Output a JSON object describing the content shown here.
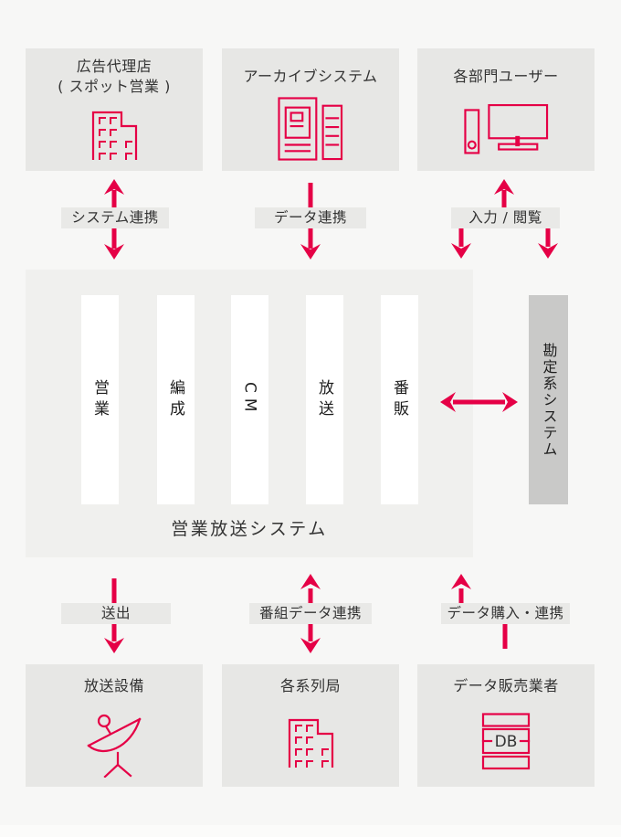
{
  "colors": {
    "background": "#f7f7f6",
    "node-fill": "#e7e7e5",
    "strip-fill": "#e9e9e7",
    "main-fill": "#f0f0ee",
    "accounting-fill": "#c9c9c8",
    "accent": "#e50046",
    "text": "#333333"
  },
  "top_nodes": [
    {
      "title": "広告代理店",
      "subtitle": "( スポット営業 )",
      "icon": "building-icon"
    },
    {
      "title": "アーカイブシステム",
      "icon": "archive-system-icon"
    },
    {
      "title": "各部門ユーザー",
      "icon": "desktop-computer-icon"
    }
  ],
  "links": {
    "system_renkei": "システム連携",
    "data_renkei": "データ連携",
    "input_view": "入力 / 閲覧",
    "soshutsu": "送出",
    "bangumi_data_renkei": "番組データ連携",
    "data_purchase_renkei": "データ購入・連携"
  },
  "main_system": {
    "title": "営業放送システム",
    "modules": [
      "営業",
      "編成",
      "CM",
      "放送",
      "番販"
    ]
  },
  "accounting_system": {
    "title": "勘定系システム"
  },
  "bottom_nodes": [
    {
      "title": "放送設備",
      "icon": "satellite-dish-icon"
    },
    {
      "title": "各系列局",
      "icon": "building-icon"
    },
    {
      "title": "データ販売業者",
      "icon": "database-icon",
      "db_label": "DB"
    }
  ]
}
